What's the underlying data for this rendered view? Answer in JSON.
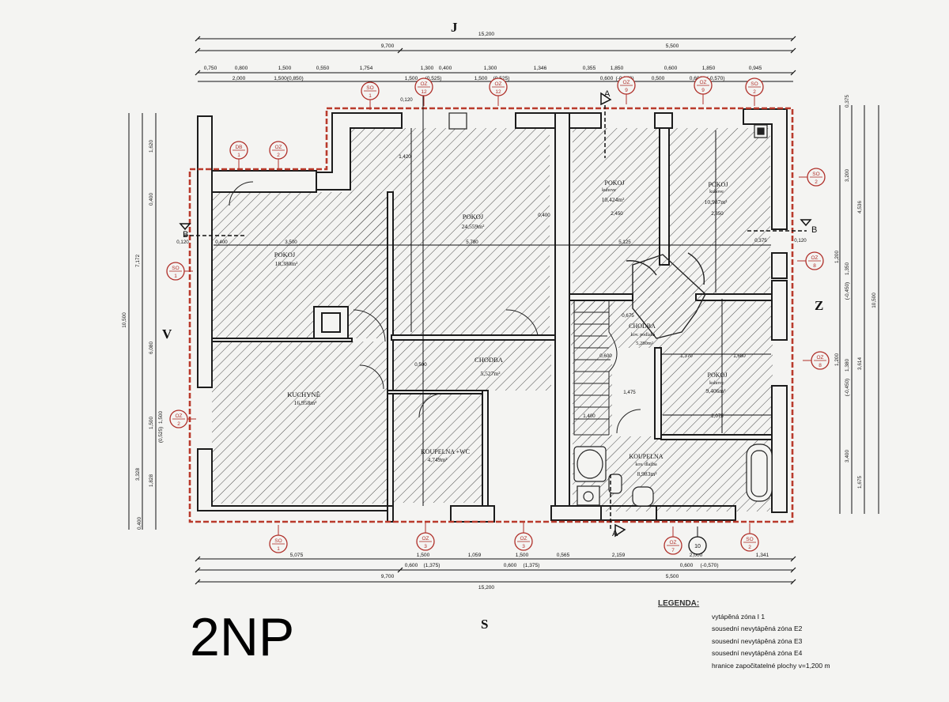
{
  "compass": {
    "north": "J",
    "south": "S",
    "west": "V",
    "east": "Z"
  },
  "floor_label": "2NP",
  "top_dims": {
    "total": "15,200",
    "left_part": "9,700",
    "right_part": "5,500",
    "row3": [
      "0,750",
      "0,800",
      "1,500",
      "0,550",
      "1,754",
      "1,300",
      "0,400",
      "1,300",
      "1,346",
      "0,355",
      "1,850",
      "0,600",
      "1,850",
      "0,945"
    ],
    "row4": [
      "2,000",
      "1,500(0,850)",
      "1,500",
      "(0,525)",
      "1,500",
      "(0,525)",
      "0,600",
      "(-0,570)",
      "0,500",
      "0,600",
      "(-0,570)"
    ]
  },
  "bottom_dims": {
    "total": "15,200",
    "left_part": "9,700",
    "right_part": "5,500",
    "row1": [
      "5,075",
      "1,500",
      "1,059",
      "1,500",
      "0,565",
      "2,159",
      "2,000",
      "1,341"
    ],
    "row2": [
      "0,600",
      "(1,375)",
      "0,600",
      "(1,375)",
      "0,600",
      "(-0,570)"
    ]
  },
  "left_dims": {
    "total": "10,500",
    "outer": [
      "7,172",
      "3,328"
    ],
    "inner": [
      "1,620",
      "0,400",
      "6,080",
      "1,500",
      "1,828",
      "0,400"
    ],
    "window": [
      "1,500",
      "(0,525)"
    ]
  },
  "right_dims": {
    "total": "10,500",
    "outer": [
      "4,536",
      "3,614",
      "1,675"
    ],
    "inner": [
      "0,375",
      "3,200",
      "1,350",
      "(-0,450)",
      "1,380",
      "(-0,450)",
      "3,400"
    ],
    "window_a": [
      "1,200"
    ],
    "window_b": [
      "1,200"
    ]
  },
  "rooms": [
    {
      "name": "POKOJ",
      "area": "18,380m²"
    },
    {
      "name": "POKOJ",
      "area": "24,559m²"
    },
    {
      "name": "POKOJ",
      "sub": "kuhove",
      "area": "10,424m²"
    },
    {
      "name": "POKOJ",
      "sub": "kuhove",
      "area": "10,987m²"
    },
    {
      "name": "KUCHYNĚ",
      "area": "16,958m²"
    },
    {
      "name": "CHODBA",
      "area": "5,527m²"
    },
    {
      "name": "CHODBA",
      "sub": "kov. podlaha",
      "area": "5,280m²"
    },
    {
      "name": "POKOJ",
      "sub": "kuhove",
      "area": "9,406m²"
    },
    {
      "name": "KOUPELNA +WC",
      "area": "4,749m²"
    },
    {
      "name": "KOUPELNA",
      "sub": "kov. dlažba",
      "area": "8,983m²"
    }
  ],
  "inner_dims": [
    "3,500",
    "0,400",
    "5,780",
    "5,125",
    "0,120",
    "0,375",
    "0,120",
    "2,450",
    "2,850",
    "1,370",
    "1,680",
    "2,075",
    "0,500",
    "0,675",
    "0,600",
    "1,475",
    "1,400",
    "0,400",
    "1,420",
    "0,120"
  ],
  "tags": [
    {
      "code": "SO",
      "num": "1"
    },
    {
      "code": "OZ",
      "num": "12"
    },
    {
      "code": "OZ",
      "num": "12"
    },
    {
      "code": "OZ",
      "num": "9"
    },
    {
      "code": "OZ",
      "num": "9"
    },
    {
      "code": "SO",
      "num": "2"
    },
    {
      "code": "DB",
      "num": "1"
    },
    {
      "code": "OZ",
      "num": "2"
    },
    {
      "code": "SO",
      "num": "2"
    },
    {
      "code": "SO",
      "num": "1"
    },
    {
      "code": "OZ",
      "num": "8"
    },
    {
      "code": "OZ",
      "num": "2"
    },
    {
      "code": "OZ",
      "num": "8"
    },
    {
      "code": "SO",
      "num": "1"
    },
    {
      "code": "OZ",
      "num": "3"
    },
    {
      "code": "OZ",
      "num": "3"
    },
    {
      "code": "OZ",
      "num": "7"
    },
    {
      "code": "",
      "num": "10"
    },
    {
      "code": "SO",
      "num": "2"
    }
  ],
  "sections": [
    {
      "label": "A"
    },
    {
      "label": "A"
    },
    {
      "label": "B"
    },
    {
      "label": "B"
    }
  ],
  "legend": {
    "title": "LEGENDA:",
    "items": [
      {
        "label": "vytápěná zóna I 1",
        "color": "#c0392b",
        "dash": "8 3"
      },
      {
        "label": "sousední nevytápěná zóna E2",
        "color": "#2e8b3a",
        "dash": "8 3"
      },
      {
        "label": "sousední nevytápěná zóna E3",
        "color": "#3a4fb5",
        "dash": "8 3"
      },
      {
        "label": "sousední nevytápěná zóna E4",
        "color": "#a0337a",
        "dash": "8 3"
      },
      {
        "label": "hranice započitatelné plochy v=1,200 m",
        "color": "#2a5d8a",
        "dash": "8 3 2 3"
      }
    ]
  },
  "colors": {
    "wall": "#1c1c1c",
    "zone": "#b93a2c",
    "hatch": "#2a2a2a",
    "tag": "#b0302a"
  }
}
